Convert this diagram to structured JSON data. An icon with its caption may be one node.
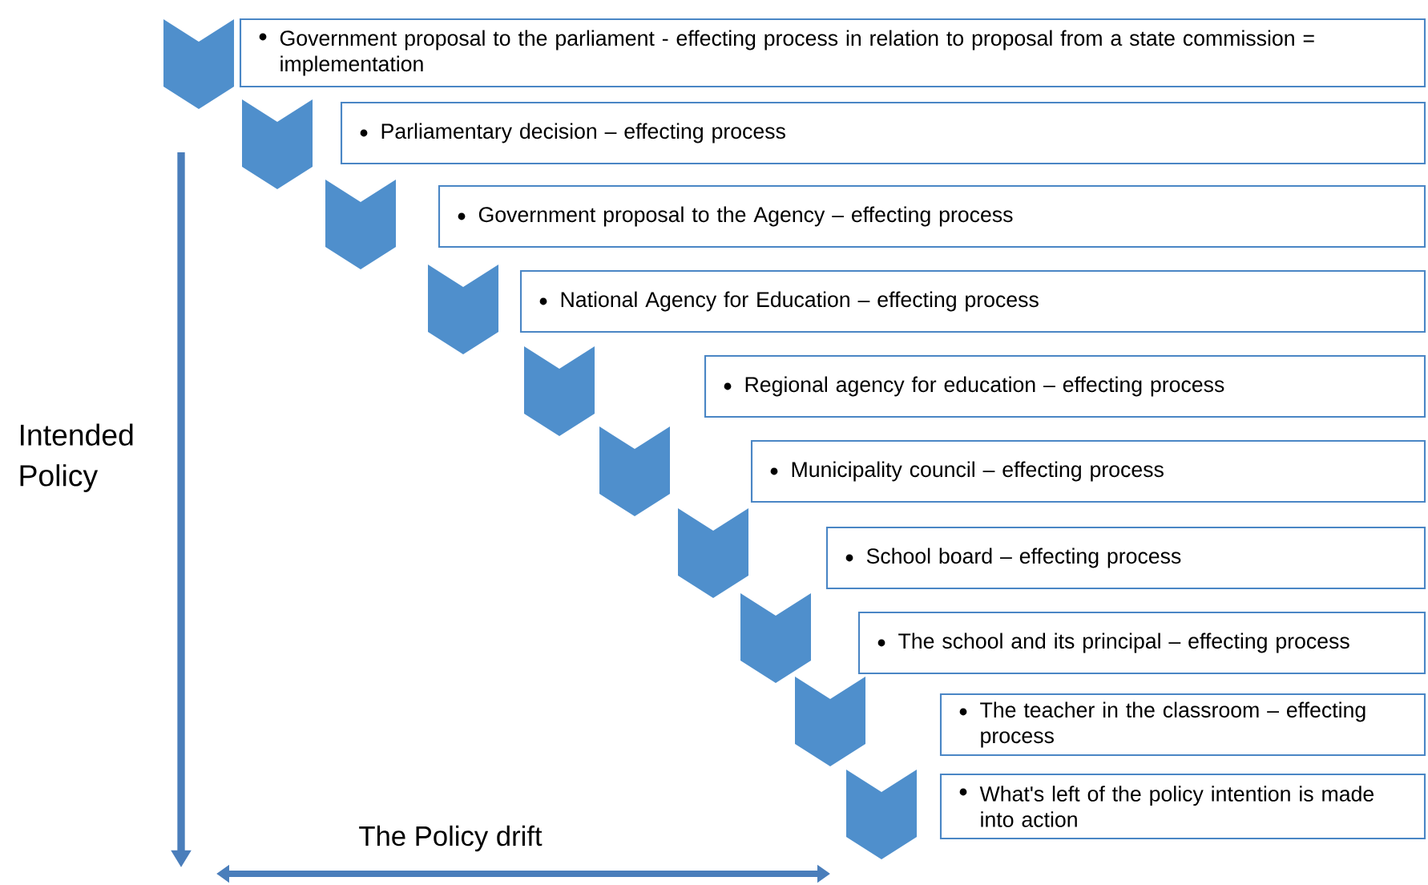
{
  "diagram": {
    "nodes": [
      {
        "text": [
          "Government proposal to the parliament - effecting process in relation to proposal from a state commission = implementation"
        ]
      },
      {
        "text": [
          "Parliamentary decision – effecting process"
        ]
      },
      {
        "text": [
          "Government proposal to the Agency – effecting process"
        ]
      },
      {
        "text": [
          "National Agency for Education – effecting process"
        ]
      },
      {
        "text": [
          "Regional agency for education – effecting process"
        ]
      },
      {
        "text": [
          "Municipality council – effecting process"
        ]
      },
      {
        "text": [
          "School board – effecting process"
        ]
      },
      {
        "text": [
          "The school and its principal – effecting process"
        ]
      },
      {
        "text": [
          "The teacher in the classroom – effecting process"
        ]
      },
      {
        "text": [
          "What's left of the policy intention is made into action"
        ]
      }
    ],
    "labels": [
      "Intended Policy",
      "The Policy drift"
    ]
  }
}
